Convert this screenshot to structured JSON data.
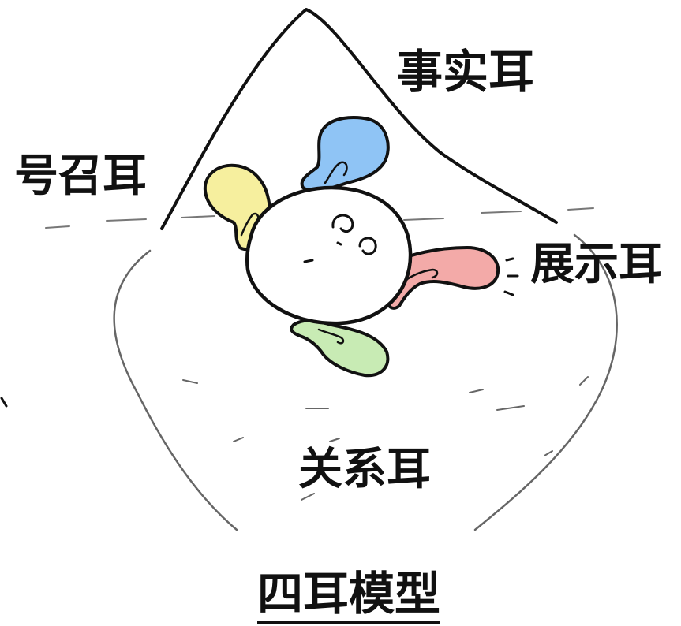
{
  "title": "四耳模型",
  "labels": {
    "fact_ear": "事实耳",
    "appeal_ear": "号召耳",
    "display_ear": "展示耳",
    "relation_ear": "关系耳"
  },
  "colors": {
    "fact_ear": "#8fc4f5",
    "appeal_ear": "#f6ef9e",
    "display_ear": "#f3aaa8",
    "relation_ear": "#c8ebb4",
    "line": "#111111",
    "sketch": "#555555"
  }
}
